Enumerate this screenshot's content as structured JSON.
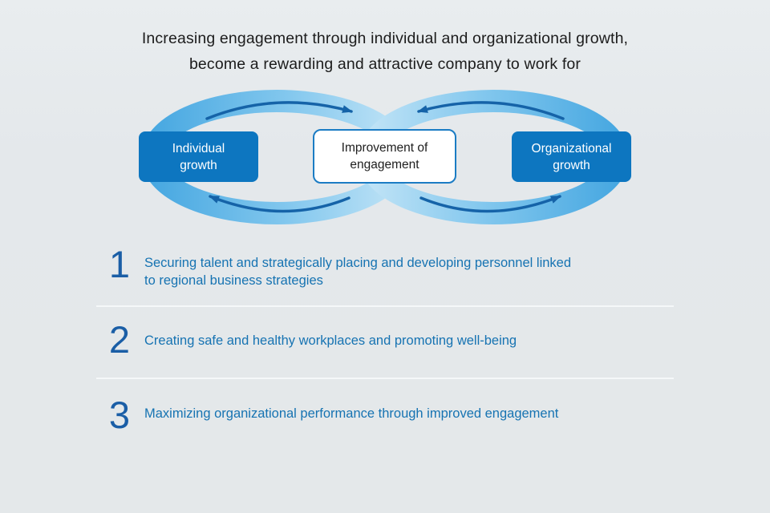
{
  "title": {
    "line1": "Increasing engagement through individual and organizational growth,",
    "line2": "become a rewarding and attractive company to work for"
  },
  "diagram": {
    "left_box_label": "Individual growth",
    "center_box_label": "Improvement of engagement",
    "right_box_label": "Organizational growth",
    "loop_description": "infinity-loop of two circular flows meeting at center",
    "left_loop_direction": "clockwise",
    "right_loop_direction": "counter-clockwise"
  },
  "list": {
    "items": [
      {
        "number": "1",
        "text": "Securing talent and strategically placing and developing personnel linked to regional business strategies"
      },
      {
        "number": "2",
        "text": "Creating safe and healthy workplaces and promoting well-being"
      },
      {
        "number": "3",
        "text": "Maximizing organizational performance through improved engagement"
      }
    ]
  },
  "colors": {
    "background": "#e4e8ea",
    "box_blue": "#0d76c0",
    "center_box_border": "#1b7cc4",
    "ring_blue_dark": "#42a5e0",
    "ring_blue_light": "#c6e6f7",
    "arrow_blue": "#1563a8",
    "number_blue": "#1a5ea6",
    "item_text_blue": "#1673b2",
    "title_text": "#1c1c1c"
  }
}
